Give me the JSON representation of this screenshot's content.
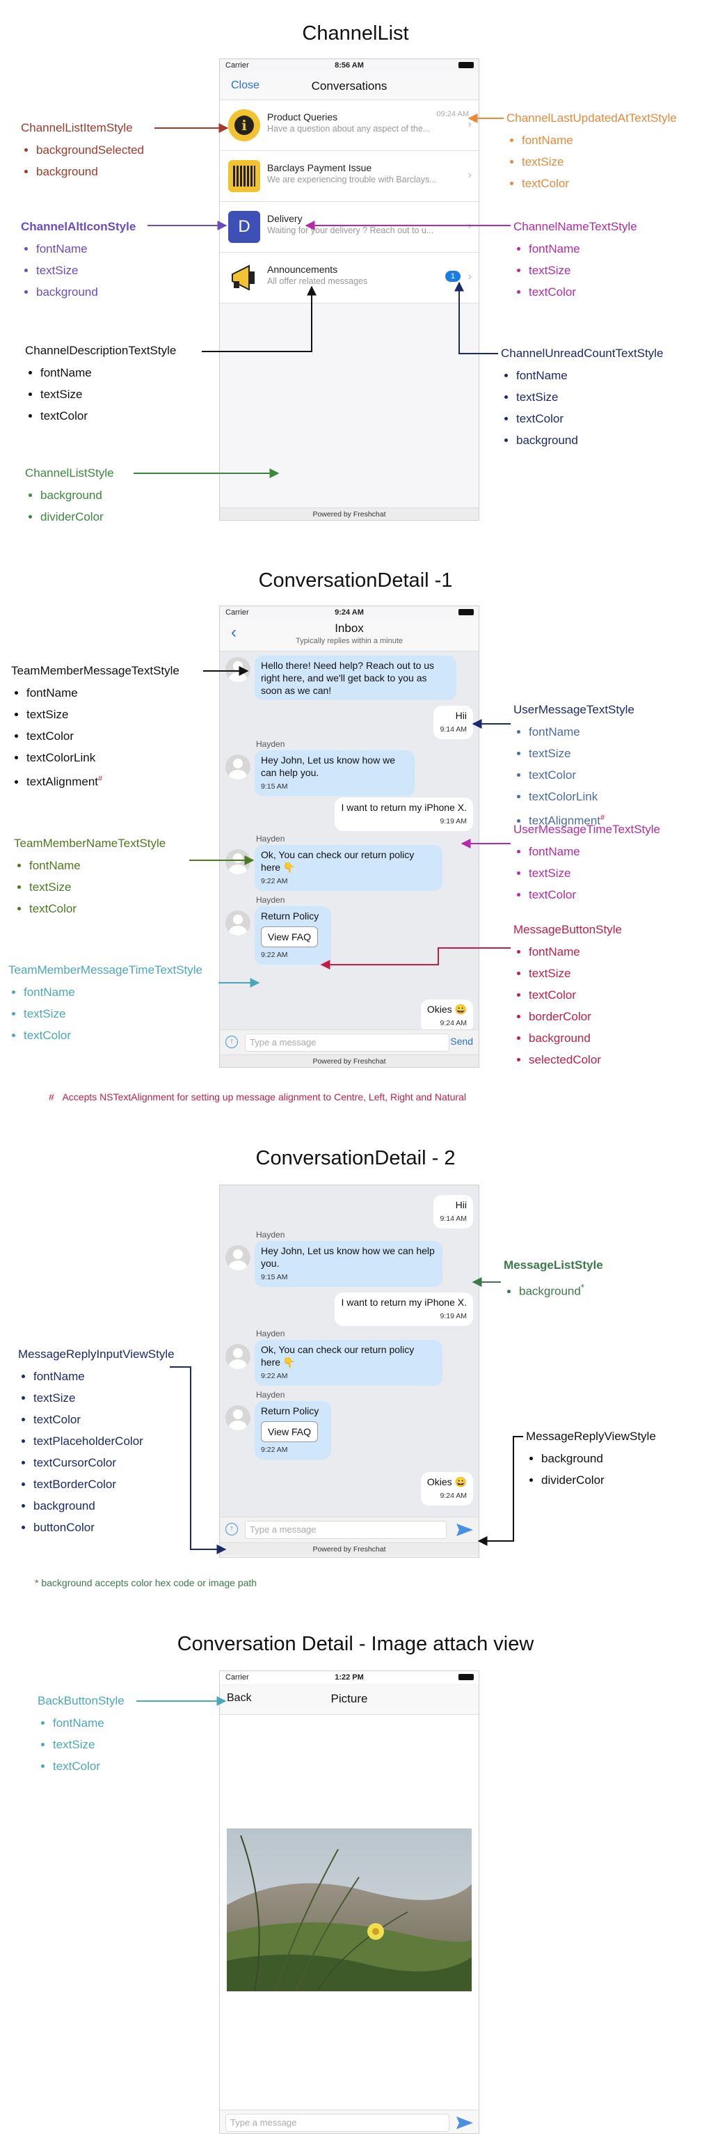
{
  "sections": {
    "channel_list": "ChannelList",
    "detail1": "ConversationDetail -1",
    "detail2": "ConversationDetail - 2",
    "image": "Conversation Detail - Image attach view"
  },
  "status": {
    "carrier": "Carrier",
    "time1": "8:56 AM",
    "time2": "9:24 AM",
    "time3": "1:22 PM"
  },
  "channel_list_screen": {
    "close": "Close",
    "title": "Conversations",
    "rows": [
      {
        "name": "Product Queries",
        "desc": "Have a question about any aspect of the...",
        "time": "09:24 AM"
      },
      {
        "name": "Barclays Payment Issue",
        "desc": "We are experiencing trouble with Barclays..."
      },
      {
        "name": "Delivery",
        "desc": "Waiting for your delivery ? Reach out to u...",
        "letter": "D"
      },
      {
        "name": "Announcements",
        "desc": "All offer related messages",
        "badge": "1"
      }
    ],
    "powered": "Powered by Freshchat"
  },
  "chat": {
    "title": "Inbox",
    "subtitle": "Typically replies within a minute",
    "back": "‹",
    "msg_welcome": "Hello there! Need help? Reach out to us right here, and we'll get back to you as soon as we can!",
    "msg_hii": "Hii",
    "t_914": "9:14 AM",
    "sender": "Hayden",
    "msg_hey": "Hey John, Let us know how we can help you.",
    "t_915": "9:15 AM",
    "msg_return": "I want to return my iPhone X.",
    "t_919": "9:19 AM",
    "msg_ok": "Ok, You can check our return policy here 👇",
    "msg_ok2": "Ok, You can check our return policy here 👇",
    "t_922": "9:22 AM",
    "msg_policy": "Return Policy",
    "faq": "View FAQ",
    "msg_okies": "Okies 😀",
    "t_924": "9:24 AM",
    "placeholder": "Type a message",
    "send": "Send"
  },
  "image_view": {
    "back": "Back",
    "title": "Picture",
    "placeholder": "Type a message"
  },
  "colors": {
    "brown": "#a23a2a",
    "orange": "#e8893b",
    "purple": "#6a4bc4",
    "magenta": "#b52aa8",
    "green": "#3b8a3a",
    "navy": "#1a2a6c",
    "crimson": "#c21d47",
    "teal": "#4aa8b8",
    "olive": "#4c7a1e",
    "darkgreen": "#3a7a4a"
  },
  "annotations": {
    "item_style": {
      "name": "ChannelListItemStyle",
      "props": [
        "backgroundSelected",
        "background"
      ]
    },
    "last_updated": {
      "name": "ChannelLastUpdatedAtTextStyle",
      "props": [
        "fontName",
        "textSize",
        "textColor"
      ]
    },
    "alt_icon": {
      "name": "ChannelAltIconStyle",
      "props": [
        "fontName",
        "textSize",
        "background"
      ]
    },
    "channel_name": {
      "name": "ChannelNameTextStyle",
      "props": [
        "fontName",
        "textSize",
        "textColor"
      ]
    },
    "channel_desc": {
      "name": "ChannelDescriptionTextStyle",
      "props": [
        "fontName",
        "textSize",
        "textColor"
      ]
    },
    "unread": {
      "name": "ChannelUnreadCountTextStyle",
      "props": [
        "fontName",
        "textSize",
        "textColor",
        "background"
      ]
    },
    "list_style": {
      "name": "ChannelListStyle",
      "props": [
        "background",
        "dividerColor"
      ]
    },
    "tm_msg": {
      "name": "TeamMemberMessageTextStyle",
      "props": [
        "fontName",
        "textSize",
        "textColor",
        "textColorLink",
        "textAlignment"
      ]
    },
    "user_msg": {
      "name": "UserMessageTextStyle",
      "props": [
        "fontName",
        "textSize",
        "textColor",
        "textColorLink",
        "textAlignment"
      ]
    },
    "user_time": {
      "name": "UserMessageTimeTextStyle",
      "props": [
        "fontName",
        "textSize",
        "textColor"
      ]
    },
    "tm_name": {
      "name": "TeamMemberNameTextStyle",
      "props": [
        "fontName",
        "textSize",
        "textColor"
      ]
    },
    "msg_button": {
      "name": "MessageButtonStyle",
      "props": [
        "fontName",
        "textSize",
        "textColor",
        "borderColor",
        "background",
        "selectedColor"
      ]
    },
    "tm_time": {
      "name": "TeamMemberMessageTimeTextStyle",
      "props": [
        "fontName",
        "textSize",
        "textColor"
      ]
    },
    "list_msg": {
      "name": "MessageListStyle",
      "props": [
        "background"
      ]
    },
    "reply_input": {
      "name": "MessageReplyInputViewStyle",
      "props": [
        "fontName",
        "textSize",
        "textColor",
        "textPlaceholderColor",
        "textCursorColor",
        "textBorderColor",
        "background",
        "buttonColor"
      ]
    },
    "reply_view": {
      "name": "MessageReplyViewStyle",
      "props": [
        "background",
        "dividerColor"
      ]
    },
    "back_btn": {
      "name": "BackButtonStyle",
      "props": [
        "fontName",
        "textSize",
        "textColor"
      ]
    }
  },
  "notes": {
    "hash": "#",
    "star": "*",
    "alignment": "Accepts NSTextAlignment for setting up message alignment to Centre, Left, Right and Natural",
    "background": "background accepts color hex code or image path"
  }
}
